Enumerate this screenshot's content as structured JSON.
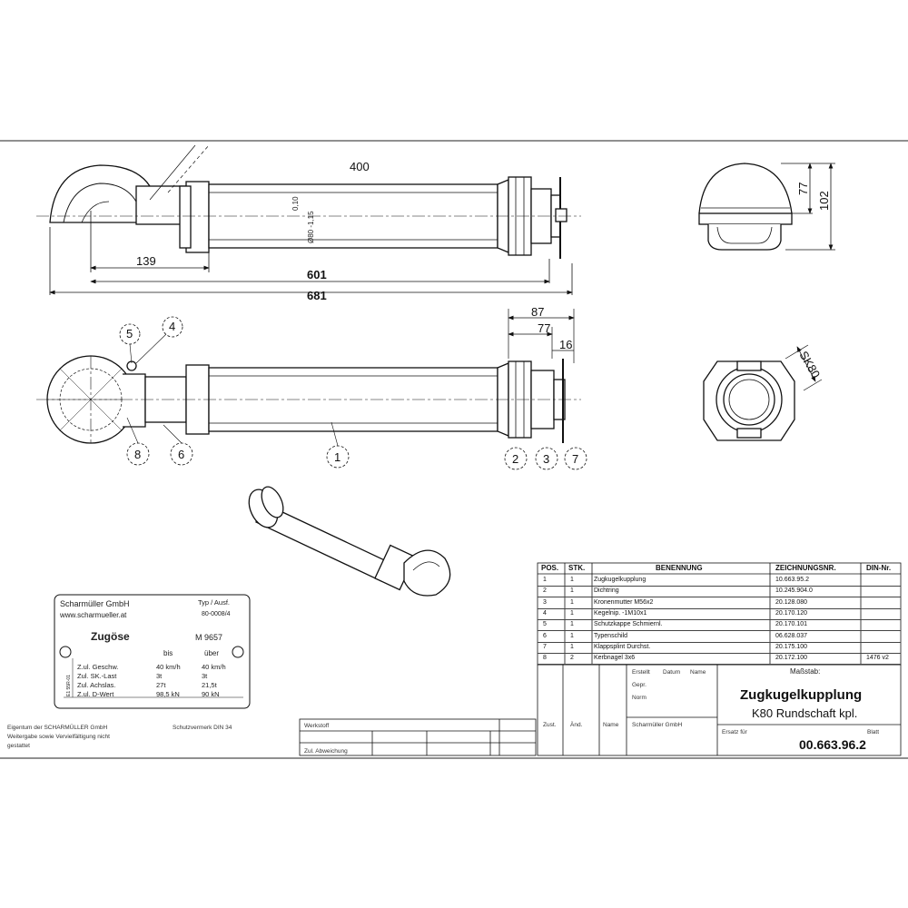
{
  "dimensions": {
    "top_overall": "400",
    "tolerance_hi": "0,10",
    "tolerance_lo": "Ø80 -1,15",
    "ball_offset": "139",
    "length_601": "601",
    "length_681": "681",
    "right_87": "87",
    "right_77": "77",
    "right_16": "16",
    "side_77": "77",
    "side_102": "102",
    "sk_label": "SK80"
  },
  "callouts": [
    "1",
    "2",
    "3",
    "4",
    "5",
    "6",
    "7",
    "8"
  ],
  "parts_list": {
    "headers": [
      "POS.",
      "STK.",
      "BENENNUNG",
      "ZEICHNUNGSNR.",
      "DIN-Nr."
    ],
    "rows": [
      [
        "1",
        "1",
        "Zugkugelkupplung",
        "10.663.95.2",
        ""
      ],
      [
        "2",
        "1",
        "Dichtring",
        "10.245.904.0",
        ""
      ],
      [
        "3",
        "1",
        "Kronenmutter M56x2",
        "20.128.080",
        ""
      ],
      [
        "4",
        "1",
        "Kegelnip. -1M10x1",
        "20.170.120",
        ""
      ],
      [
        "5",
        "1",
        "Schutzkappe Schmiernl.",
        "20.170.101",
        ""
      ],
      [
        "6",
        "1",
        "Typenschild",
        "06.628.037",
        ""
      ],
      [
        "7",
        "1",
        "Klappsplint Durchst.",
        "20.175.100",
        ""
      ],
      [
        "8",
        "2",
        "Kerbnagel 3x6",
        "20.172.100",
        "1476 v2"
      ]
    ]
  },
  "nameplate": {
    "company": "Scharmüller GmbH",
    "web": "www.scharmueller.at",
    "type_label": "Typ / Ausf.",
    "type_value": "80-0008/4",
    "product": "Zugöse",
    "model": "M 9657",
    "col_bis": "bis",
    "col_uber": "über",
    "rows": [
      [
        "Z.ul. Geschw.",
        "40 km/h",
        "40 km/h"
      ],
      [
        "Zul. SK.-Last",
        "3t",
        "3t"
      ],
      [
        "Zul. Achslas.",
        "27t",
        "21,5t"
      ],
      [
        "Z.ul. D-Wert",
        "98,5 kN",
        "90 kN"
      ]
    ],
    "side_code": "E1 55R-01"
  },
  "title_block": {
    "title": "Zugkugelkupplung",
    "subtitle": "K80 Rundschaft kpl.",
    "drawing_no": "00.663.96.2",
    "scale_label": "Maßstab:"
  }
}
